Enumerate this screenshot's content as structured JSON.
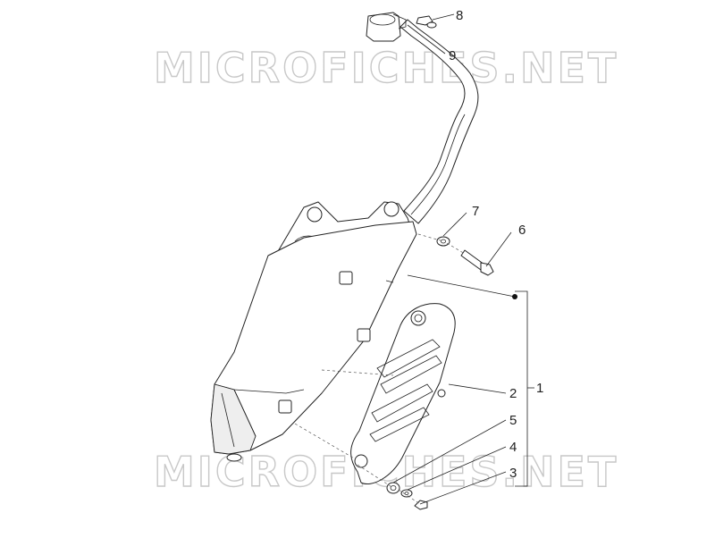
{
  "watermark": {
    "top": "MICROFICHES.NET",
    "bottom": "MICROFICHES.NET"
  },
  "callouts": {
    "c1": "1",
    "c2": "2",
    "c3": "3",
    "c4": "4",
    "c5": "5",
    "c6": "6",
    "c7": "7",
    "c8": "8",
    "c9": "9"
  }
}
